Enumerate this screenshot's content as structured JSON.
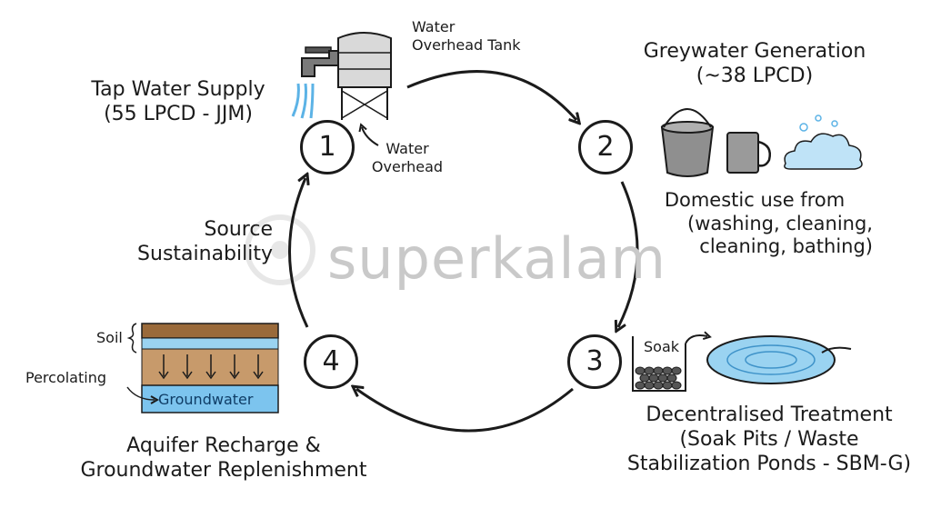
{
  "watermark": "superkalam",
  "stages": [
    {
      "number": "1",
      "title_lines": [
        "Tap Water Supply",
        "(55 LPCD - JJM)"
      ]
    },
    {
      "number": "2",
      "title_lines": [
        "Greywater Generation",
        "(~38 LPCD)"
      ],
      "desc_lines": [
        "Domestic use from",
        "(washing, cleaning,",
        "cleaning, bathing)"
      ]
    },
    {
      "number": "3",
      "title_lines": [
        "Decentralised Treatment",
        "(Soak Pits / Waste",
        "Stabilization Ponds - SBM-G)"
      ]
    },
    {
      "number": "4",
      "title_lines": [
        "Aquifer Recharge &",
        "Groundwater Replenishment"
      ]
    }
  ],
  "source_label_lines": [
    "Source",
    "Sustainability"
  ],
  "labels": {
    "tank_lines": [
      "Water",
      "Overhead Tank"
    ],
    "overhead_lines": [
      "Water",
      "Overhead"
    ],
    "soak": "Soak",
    "soil": "Soil",
    "percolating": "Percolating",
    "groundwater": "Groundwater"
  },
  "colors": {
    "ink": "#1b1b1b",
    "water": "#5cb3e6",
    "soil": "#9a6a3a",
    "ground": "#c79a6b",
    "grey": "#8f8f8f"
  }
}
